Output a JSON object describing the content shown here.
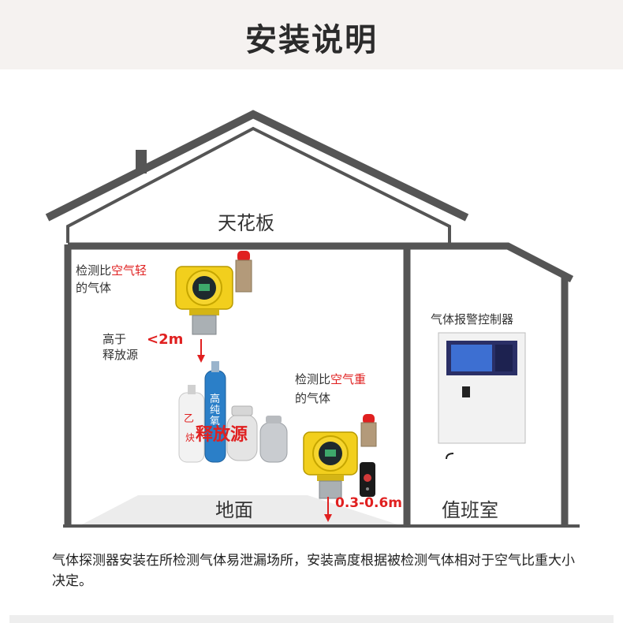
{
  "title": "安装说明",
  "labels": {
    "ceiling": "天花板",
    "floor": "地面",
    "duty_room": "值班室",
    "controller": "气体报警控制器",
    "light_prefix": "检测比",
    "light_red": "空气轻",
    "light_suffix": "的气体",
    "heavy_prefix": "检测比",
    "heavy_red": "空气重",
    "heavy_suffix": "的气体",
    "above_1": "高于",
    "above_2": "释放源",
    "dist_top": "<2m",
    "dist_bottom": "0.3-0.6m",
    "release_source": "释放源",
    "cylinder_acetylene_1": "乙",
    "cylinder_acetylene_2": "炔",
    "cylinder_purity": "高纯氧"
  },
  "note": "气体探测器安装在所检测气体易泄漏场所，安装高度根据被检测气体相对于空气比重大小决定。",
  "colors": {
    "house_line": "#555555",
    "detector_yellow": "#f2cf1d",
    "alarm_red": "#e02020",
    "cylinder_blue": "#2b7fc8"
  }
}
